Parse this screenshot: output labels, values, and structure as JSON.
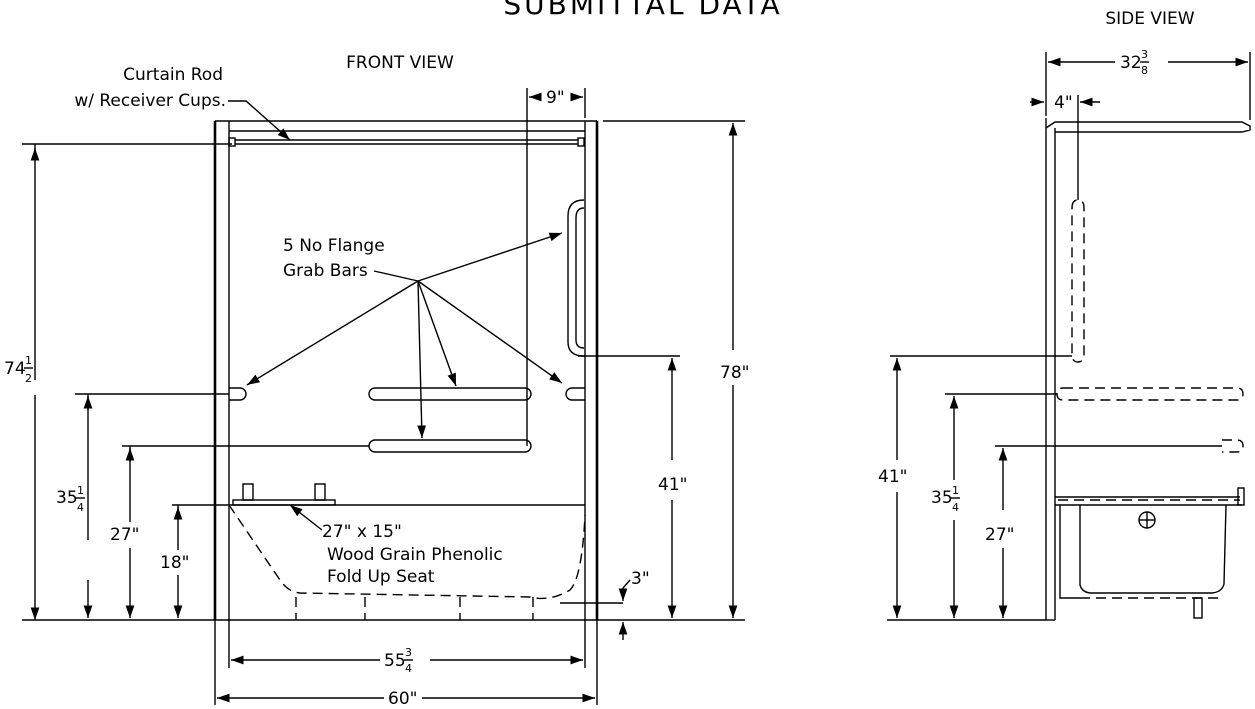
{
  "title": "SUBMITTAL DATA",
  "front_view": {
    "heading": "FRONT VIEW",
    "curtain_rod_line1": "Curtain Rod",
    "curtain_rod_line2": "w/ Receiver Cups.",
    "grab_bars_line1": "5 No Flange",
    "grab_bars_line2": "Grab Bars",
    "seat_line1": "27\" x 15\"",
    "seat_line2": "Wood Grain Phenolic",
    "seat_line3": "Fold Up Seat",
    "dims": {
      "top_offset": "9\"",
      "height_left_whole": "74",
      "height_left_num": "1",
      "height_left_den": "2",
      "overall_height": "78\"",
      "bar_height": "41\"",
      "h35_whole": "35",
      "h35_num": "1",
      "h35_den": "4",
      "h27": "27\"",
      "h18": "18\"",
      "step": "3\"",
      "inner_w_whole": "55",
      "inner_w_num": "3",
      "inner_w_den": "4",
      "outer_w": "60\""
    }
  },
  "side_view": {
    "heading": "SIDE VIEW",
    "dims": {
      "depth_whole": "32",
      "depth_num": "3",
      "depth_den": "8",
      "offset": "4\"",
      "h41": "41\"",
      "h35_whole": "35",
      "h35_num": "1",
      "h35_den": "4",
      "h27": "27\""
    }
  }
}
